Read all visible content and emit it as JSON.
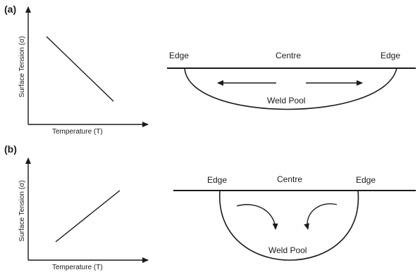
{
  "panel_a": {
    "label": "(a)",
    "graph": {
      "xlabel": "Temperature (T)",
      "ylabel": "Surface Tension (σ)",
      "trend": "decreasing"
    },
    "pool": {
      "left_label": "Edge",
      "center_label": "Centre",
      "right_label": "Edge",
      "pool_label": "Weld Pool",
      "flow": "centre-to-edge"
    }
  },
  "panel_b": {
    "label": "(b)",
    "graph": {
      "xlabel": "Temperature (T)",
      "ylabel": "Surface Tension (σ)",
      "trend": "increasing"
    },
    "pool": {
      "left_label": "Edge",
      "center_label": "Centre",
      "right_label": "Edge",
      "pool_label": "Weld Pool",
      "flow": "edge-to-centre, downward"
    }
  },
  "colors": {
    "ink": "#1a1a1a",
    "background": "#ffffff"
  }
}
